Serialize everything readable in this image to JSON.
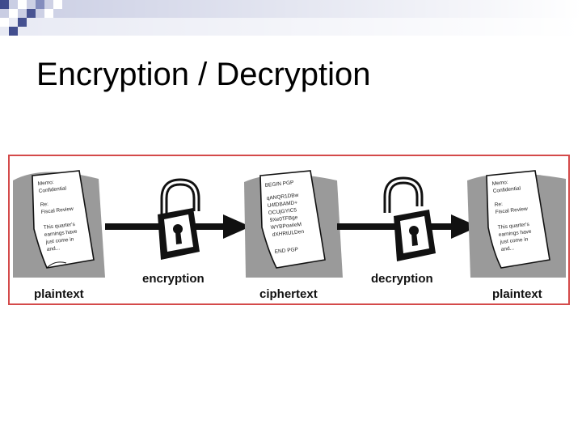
{
  "slide": {
    "title": "Encryption / Decryption"
  },
  "diagram": {
    "labels": {
      "plaintext_left": "plaintext",
      "encryption": "encryption",
      "ciphertext": "ciphertext",
      "decryption": "decryption",
      "plaintext_right": "plaintext"
    },
    "plaintext_doc_lines": [
      "Memo:",
      "Confidential",
      "Re:",
      "Fiscal Review",
      "This quarter's",
      "earnings have",
      "just come in",
      "and..."
    ],
    "ciphertext_doc_lines": [
      "BEGIN PGP",
      "qANQR1DBw",
      "U4fDBAMD+",
      "OCUjGYIC5",
      "9Xe0TFBge",
      "WYBPowIeM",
      "dXHRtULDen",
      "END PGP"
    ],
    "colors": {
      "frame_border": "#d44a4a",
      "shadow": "#9a9a9a",
      "lock": "#111111"
    }
  }
}
